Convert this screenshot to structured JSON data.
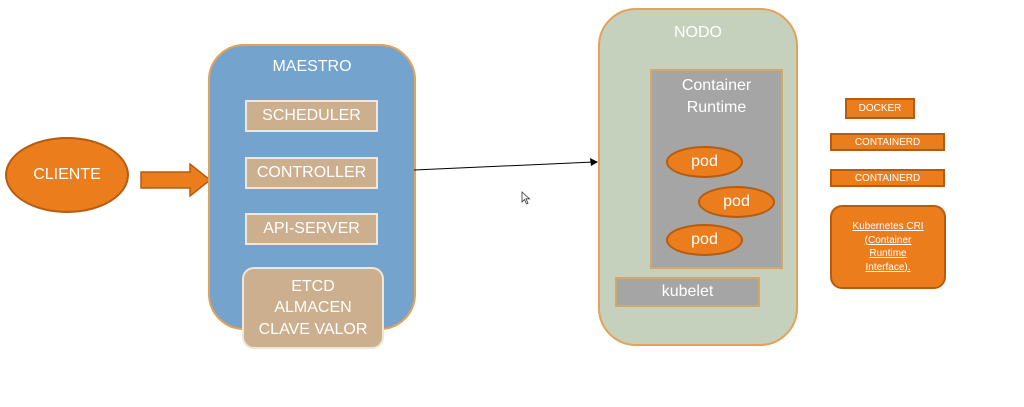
{
  "cliente": {
    "label": "CLIENTE"
  },
  "maestro": {
    "title": "MAESTRO",
    "components": {
      "scheduler": "SCHEDULER",
      "controller": "CONTROLLER",
      "api_server": "API-SERVER",
      "etcd_line1": "ETCD",
      "etcd_line2": "ALMACEN",
      "etcd_line3": "CLAVE VALOR"
    }
  },
  "nodo": {
    "title": "NODO",
    "runtime_line1": "Container",
    "runtime_line2": "Runtime",
    "pods": [
      "pod",
      "pod",
      "pod"
    ],
    "kubelet": "kubelet"
  },
  "runtimes": {
    "docker": "DOCKER",
    "containerd_1": "CONTAINERD",
    "containerd_2": "CONTAINERD",
    "cri": "Kubernetes CRI (Container Runtime Interface)."
  },
  "colors": {
    "orange": "#ec7d1c",
    "maestro_blue": "#74a4cd",
    "nodo_green": "#c5d0bd",
    "tan": "#cbaf8e",
    "gray": "#a5a5a5"
  }
}
